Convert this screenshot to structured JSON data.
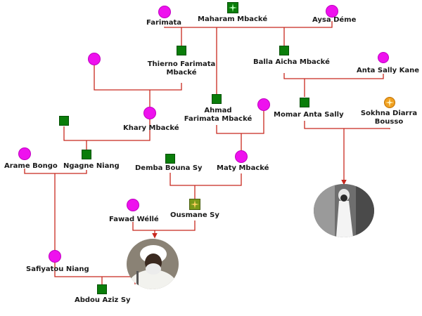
{
  "people": {
    "farimata": "Farimata",
    "maharam": "Maharam Mbacké",
    "aysa": "Aysa Déme",
    "thierno": "Thierno Farimata\nMbacké",
    "balla": "Balla Aicha Mbacké",
    "anta_sally_kane": "Anta Sally Kane",
    "ahmad": "Ahmad\nFarimata Mbacké",
    "momar": "Momar Anta Sally",
    "sokhna": "Sokhna Diarra\nBousso",
    "khary": "Khary Mbacké",
    "arame": "Arame Bongo",
    "ngagne": "Ngagne Niang",
    "demba": "Demba Bouna Sy",
    "maty": "Maty Mbacké",
    "fawad": "Fawad Wéllé",
    "ousmane": "Ousmane Sy",
    "safiyatou": "Safiyatou Niang",
    "abdou": "Abdou Aziz Sy"
  },
  "colors": {
    "male": "#0a7d0a",
    "female": "#ee11ee",
    "highlight": "#f0a020",
    "line": "#c8281e"
  }
}
